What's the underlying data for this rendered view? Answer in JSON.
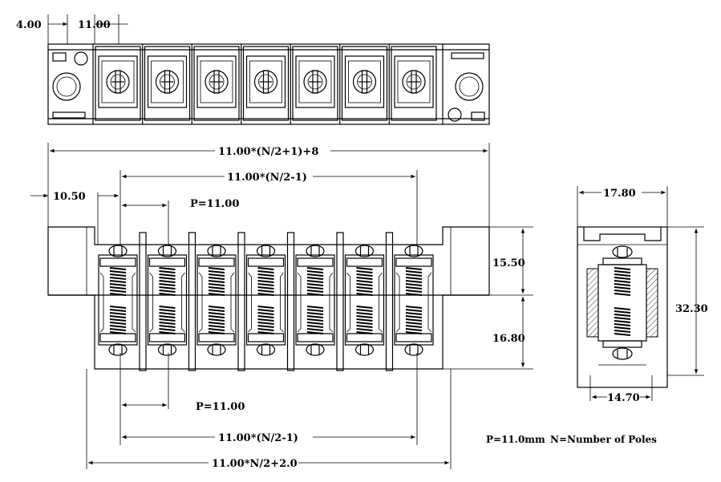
{
  "top_view": {
    "dim_edge": "4.00",
    "dim_pitch": "11.00"
  },
  "front_view": {
    "overall_width": "11.00*(N/2+1)+8",
    "inner_span_top": "11.00*(N/2-1)",
    "edge_offset": "10.50",
    "pitch_top": "P=11.00",
    "height_upper": "15.50",
    "height_lower": "16.80",
    "pitch_bottom": "P=11.00",
    "inner_span_bottom": "11.00*(N/2-1)",
    "bottom_width": "11.00*N/2+2.0"
  },
  "side_view": {
    "width_top": "17.80",
    "height": "32.30",
    "width_bottom": "14.70"
  },
  "legend": {
    "pitch_note": "P=11.0mm",
    "poles_note": "N=Number of Poles"
  },
  "poles_drawn": 7
}
